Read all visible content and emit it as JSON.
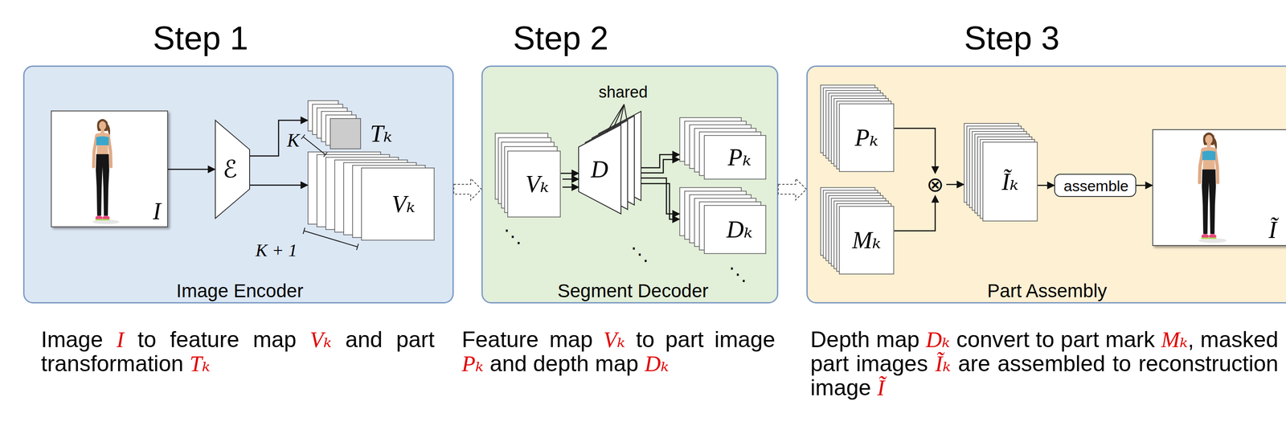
{
  "diagram": {
    "nodes": [
      {
        "text": [
          "Step 1",
          "Image Encoder"
        ]
      },
      {
        "text": [
          "I"
        ],
        "in": 0
      },
      {
        "text": [
          "ℰ"
        ],
        "in": 0
      },
      {
        "text": [
          "Tₖ"
        ],
        "in": 0
      },
      {
        "text": [
          "Vₖ"
        ],
        "in": 0
      },
      {
        "text": [
          "Step 2",
          "Segment Decoder"
        ]
      },
      {
        "text": [
          "Vₖ"
        ],
        "in": 5
      },
      {
        "text": [
          "D"
        ],
        "in": 5
      },
      {
        "text": [
          "Pₖ"
        ],
        "in": 5
      },
      {
        "text": [
          "Dₖ"
        ],
        "in": 5
      },
      {
        "text": [
          "Step 3",
          "Part Assembly"
        ]
      },
      {
        "text": [
          "Pₖ"
        ],
        "in": 10
      },
      {
        "text": [
          "Mₖ"
        ],
        "in": 10
      },
      {
        "text": [
          "⊗"
        ],
        "in": 10
      },
      {
        "text": [
          "Ĩₖ"
        ],
        "in": 10
      },
      {
        "text": [
          "assemble"
        ],
        "in": 10
      },
      {
        "text": [
          "Ĩ"
        ],
        "in": 10
      }
    ],
    "edges": [
      {
        "from": 1,
        "to": 2,
        "arrow": "to"
      },
      {
        "from": 2,
        "to": 3,
        "arrow": "to"
      },
      {
        "from": 2,
        "to": 4,
        "arrow": "to"
      },
      {
        "from": 0,
        "to": 5,
        "arrow": "to"
      },
      {
        "from": 6,
        "to": 7,
        "arrow": "to"
      },
      {
        "from": 7,
        "to": 8,
        "arrow": "to"
      },
      {
        "from": 7,
        "to": 9,
        "arrow": "to"
      },
      {
        "from": 5,
        "to": 10,
        "arrow": "to"
      },
      {
        "from": 11,
        "to": 13,
        "arrow": "to"
      },
      {
        "from": 12,
        "to": 13,
        "arrow": "to"
      },
      {
        "from": 13,
        "to": 14,
        "arrow": "to"
      },
      {
        "from": 14,
        "to": 15,
        "arrow": "to"
      },
      {
        "from": 15,
        "to": 16,
        "arrow": "to"
      }
    ],
    "labels": [
      "K",
      "K + 1",
      "shared",
      "⋱",
      "⋱",
      "⋱",
      "Image I to feature map Vₖ and part transformation Tₖ",
      "Feature map Vₖ to part image Pₖ and depth map Dₖ",
      "Depth map Dₖ convert to part mark Mₖ, masked part images Ĩₖ are assembled to reconstruction image Ĩ"
    ]
  }
}
